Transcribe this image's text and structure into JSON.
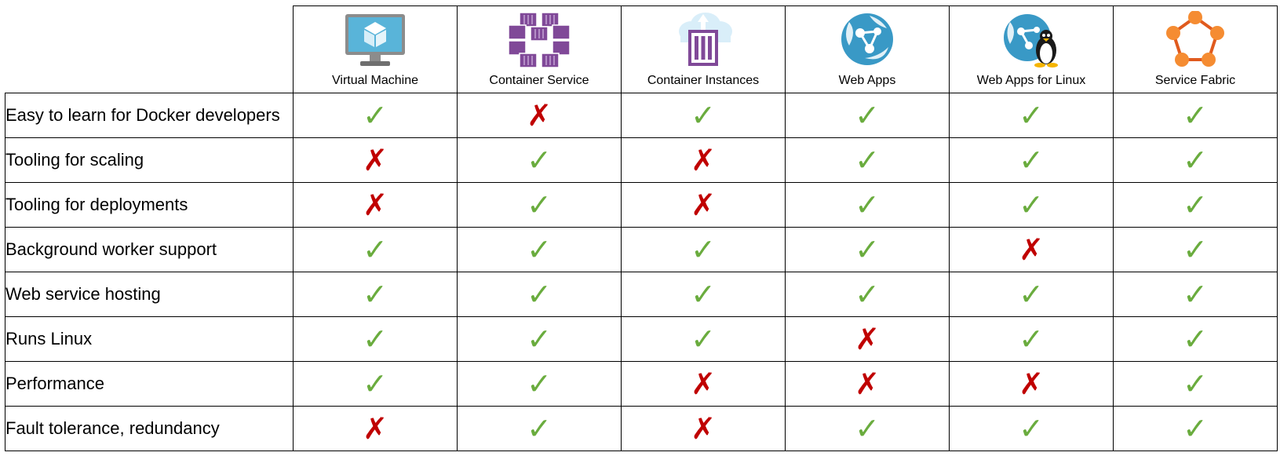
{
  "services": [
    {
      "name": "Virtual Machine",
      "icon": "virtual-machine-icon"
    },
    {
      "name": "Container Service",
      "icon": "container-service-icon"
    },
    {
      "name": "Container Instances",
      "icon": "container-instances-icon"
    },
    {
      "name": "Web Apps",
      "icon": "web-apps-icon"
    },
    {
      "name": "Web Apps for Linux",
      "icon": "web-apps-linux-icon"
    },
    {
      "name": "Service Fabric",
      "icon": "service-fabric-icon"
    }
  ],
  "features": [
    {
      "label": "Easy to learn for Docker developers",
      "support": [
        true,
        false,
        true,
        true,
        true,
        true
      ]
    },
    {
      "label": "Tooling for scaling",
      "support": [
        false,
        true,
        false,
        true,
        true,
        true
      ]
    },
    {
      "label": "Tooling for deployments",
      "support": [
        false,
        true,
        false,
        true,
        true,
        true
      ]
    },
    {
      "label": "Background worker support",
      "support": [
        true,
        true,
        true,
        true,
        false,
        true
      ]
    },
    {
      "label": "Web service hosting",
      "support": [
        true,
        true,
        true,
        true,
        true,
        true
      ]
    },
    {
      "label": "Runs Linux",
      "support": [
        true,
        true,
        true,
        false,
        true,
        true
      ]
    },
    {
      "label": "Performance",
      "support": [
        true,
        true,
        false,
        false,
        false,
        true
      ]
    },
    {
      "label": "Fault tolerance, redundancy",
      "support": [
        false,
        true,
        false,
        true,
        true,
        true
      ]
    }
  ],
  "symbols": {
    "yes": "✓",
    "no": "✗"
  },
  "colors": {
    "check": "#6aac3e",
    "cross": "#c00000",
    "vm_blue": "#59b4d9",
    "container_purple": "#804998",
    "web_blue": "#3999c6",
    "fabric_orange": "#f58c32"
  }
}
